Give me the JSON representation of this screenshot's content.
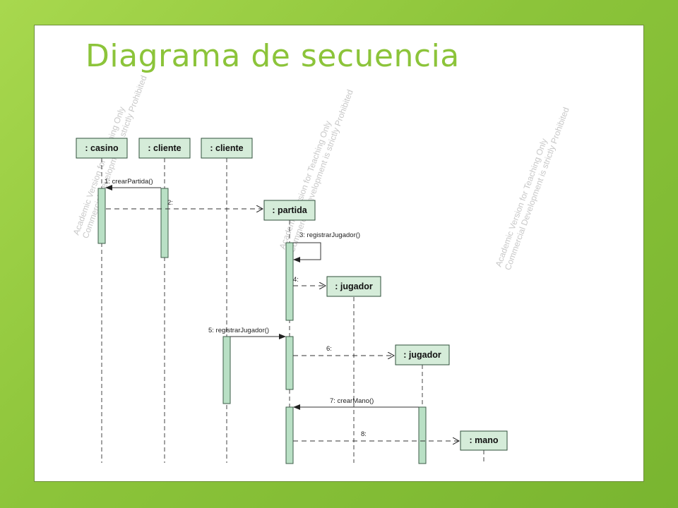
{
  "slide": {
    "title": "Diagrama de secuencia"
  },
  "diagram": {
    "objects": [
      {
        "id": "casino",
        "label": ": casino"
      },
      {
        "id": "cliente1",
        "label": ": cliente"
      },
      {
        "id": "cliente2",
        "label": ": cliente"
      },
      {
        "id": "partida",
        "label": ": partida"
      },
      {
        "id": "jugador1",
        "label": ": jugador"
      },
      {
        "id": "jugador2",
        "label": ": jugador"
      },
      {
        "id": "mano",
        "label": ": mano"
      }
    ],
    "messages": [
      {
        "label": "1: crearPartida()",
        "from": "cliente1",
        "to": "casino",
        "kind": "sync"
      },
      {
        "label": "2:",
        "from": "casino",
        "to": "partida",
        "kind": "create"
      },
      {
        "label": "3: registrarJugador()",
        "from": "partida",
        "to": "partida",
        "kind": "self"
      },
      {
        "label": "4:",
        "from": "partida",
        "to": "jugador1",
        "kind": "create"
      },
      {
        "label": "5: registrarJugador()",
        "from": "cliente2",
        "to": "partida",
        "kind": "sync"
      },
      {
        "label": "6:",
        "from": "partida",
        "to": "jugador2",
        "kind": "create"
      },
      {
        "label": "7: crearMano()",
        "from": "jugador2",
        "to": "partida",
        "kind": "sync"
      },
      {
        "label": "8:",
        "from": "partida",
        "to": "mano",
        "kind": "create"
      }
    ],
    "watermarks": [
      {
        "line1": "Academic Version for Teaching Only",
        "line2": "Commercial Development is strictly Prohibited"
      },
      {
        "line1": "Academic Version for Teaching Only",
        "line2": "Commercial Development is strictly Prohibited"
      },
      {
        "line1": "Academic Version for Teaching Only",
        "line2": "Commercial Development is strictly Prohibited"
      }
    ]
  },
  "colors": {
    "background": "#8cc43a",
    "title": "#8cc43a",
    "object_fill": "#d5ecd9",
    "activation_fill": "#b9e0c5"
  }
}
